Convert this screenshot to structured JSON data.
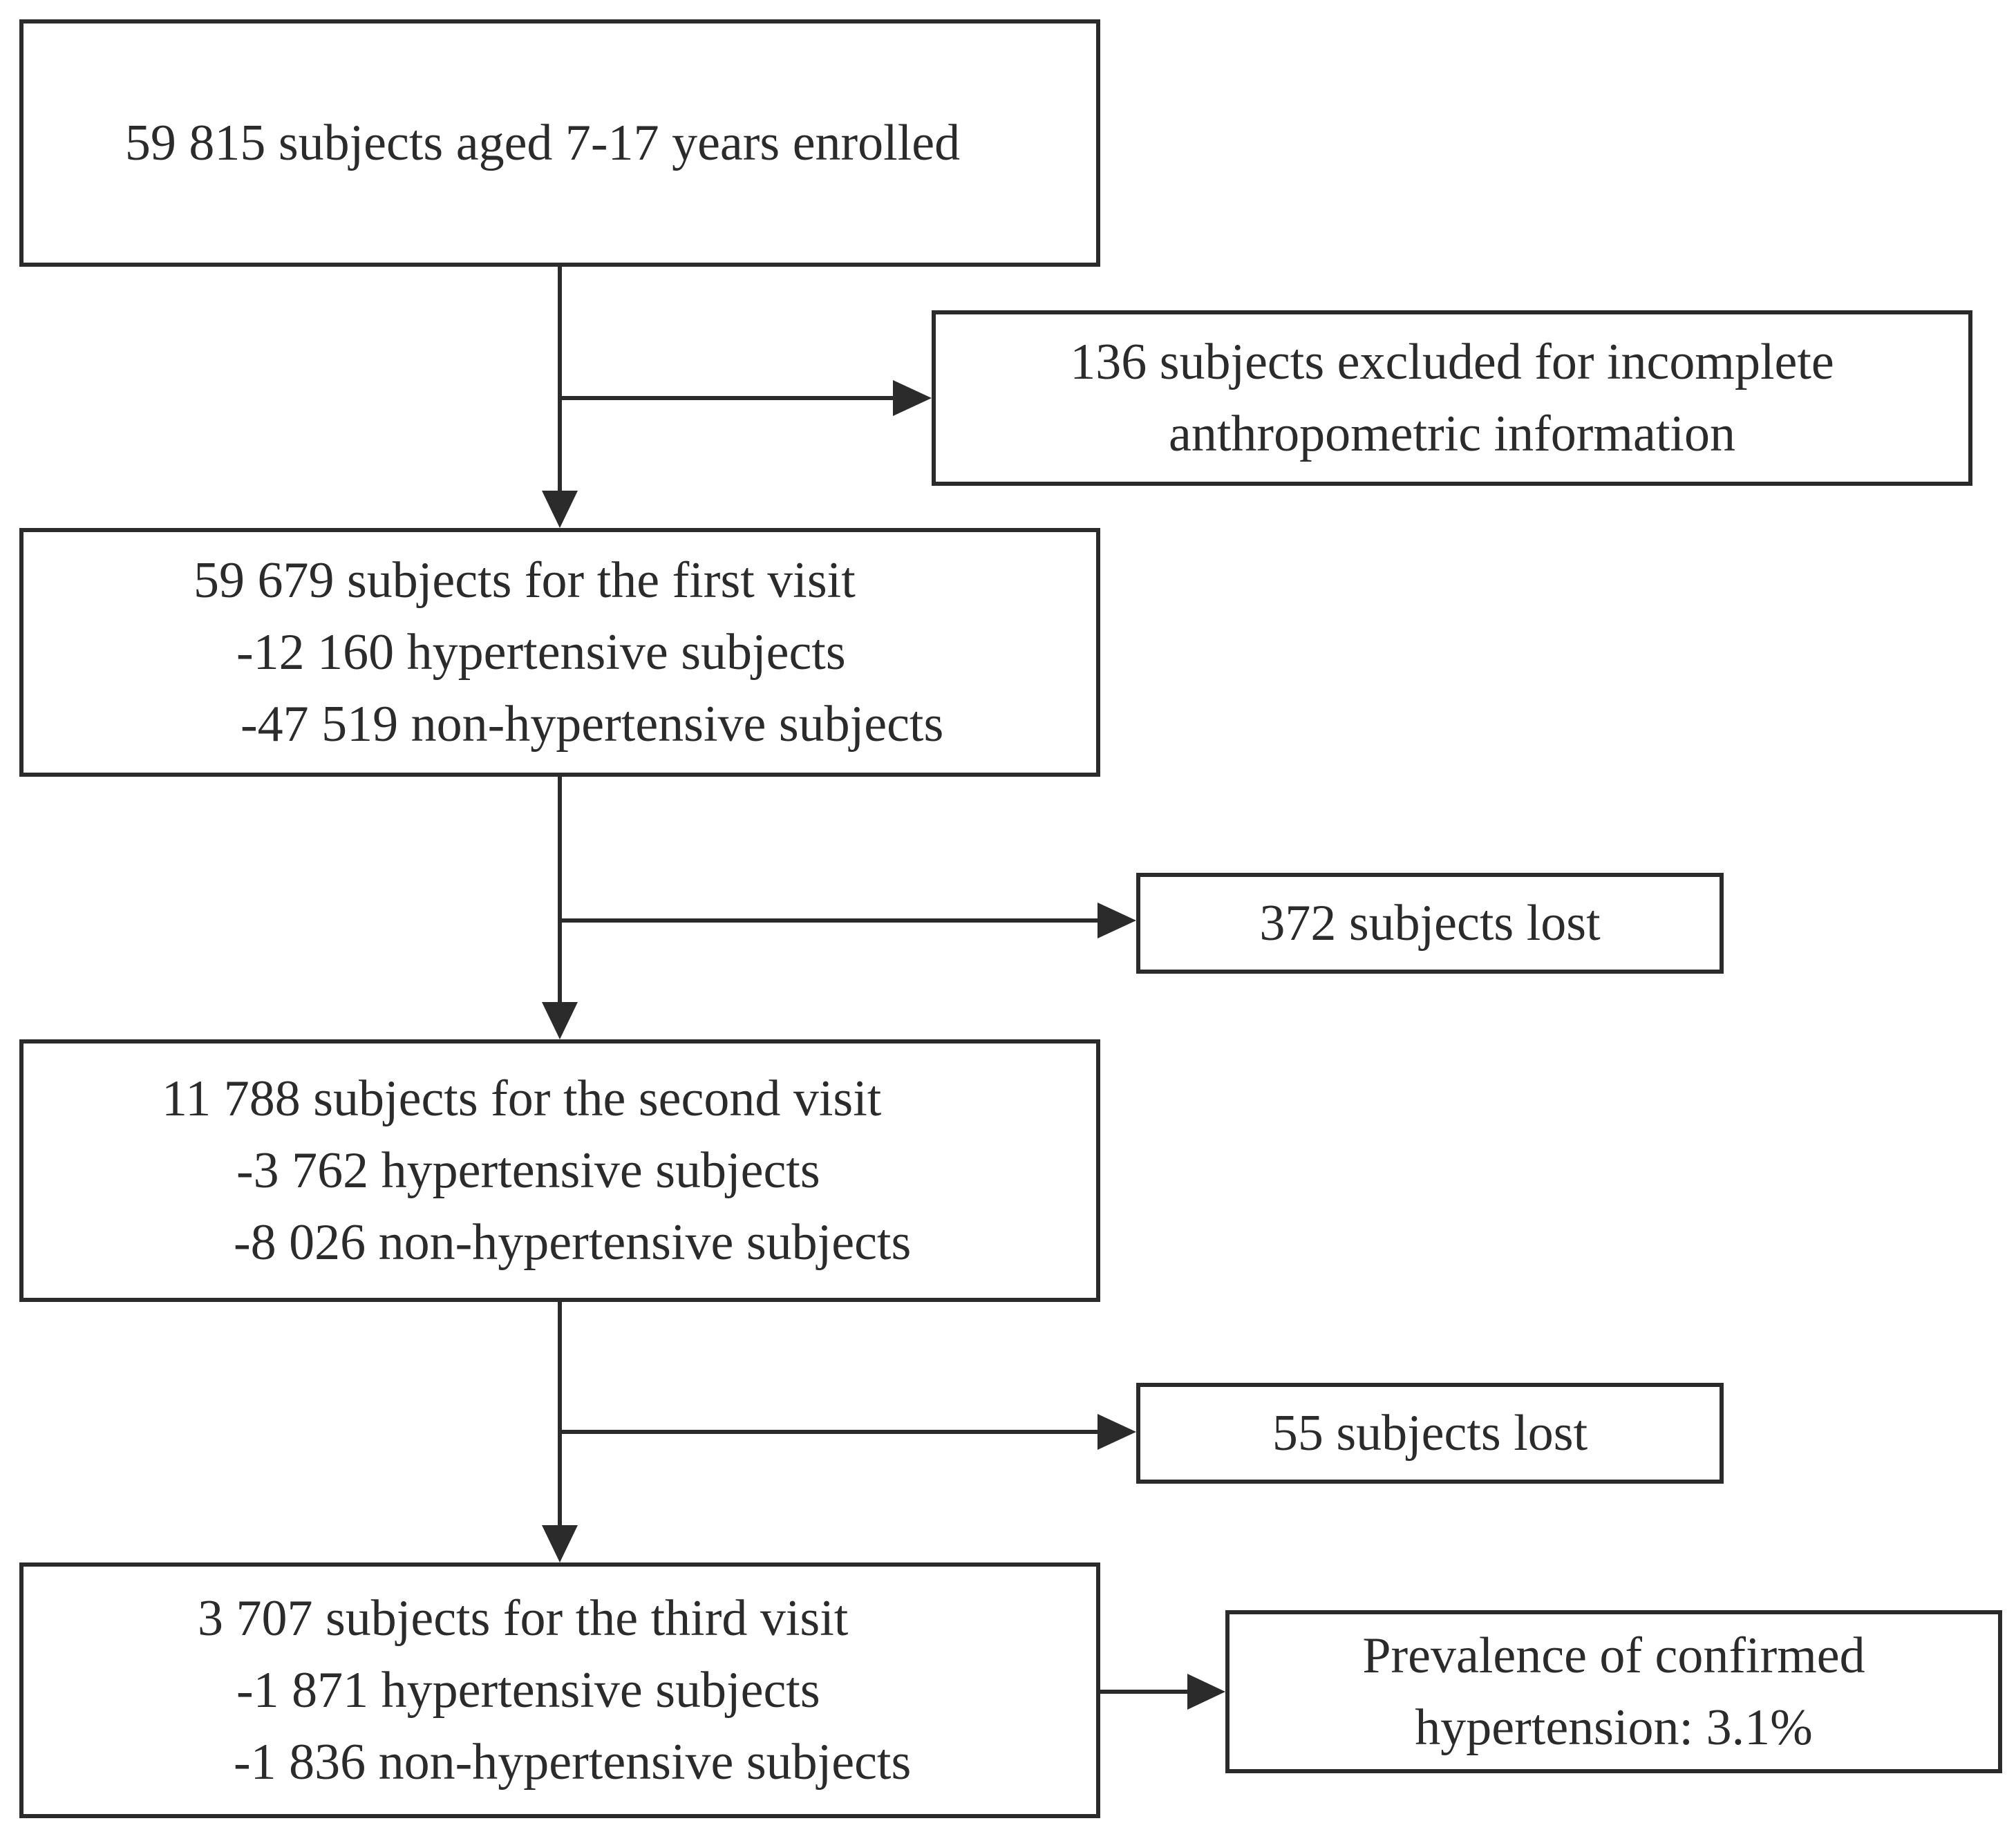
{
  "nodes": {
    "enrolled": {
      "lines": [
        "59 815 subjects aged 7-17 years enrolled"
      ]
    },
    "excluded": {
      "lines": [
        "136 subjects excluded for incomplete",
        "anthropometric information"
      ]
    },
    "first_visit": {
      "lines": [
        "59 679 subjects for the first visit",
        "-12 160 hypertensive subjects",
        "-47 519 non-hypertensive subjects"
      ]
    },
    "lost_1": {
      "lines": [
        "372 subjects lost"
      ]
    },
    "second_visit": {
      "lines": [
        "11 788 subjects for the second visit",
        "-3 762 hypertensive subjects",
        "-8 026 non-hypertensive subjects"
      ]
    },
    "lost_2": {
      "lines": [
        "55 subjects lost"
      ]
    },
    "third_visit": {
      "lines": [
        "3 707 subjects for the third visit",
        "-1 871 hypertensive subjects",
        "-1 836 non-hypertensive subjects"
      ]
    },
    "prevalence": {
      "lines": [
        "Prevalence of confirmed",
        "hypertension: 3.1%"
      ]
    }
  },
  "edges": [
    {
      "from": "enrolled",
      "to": "first_visit"
    },
    {
      "from": "enrolled",
      "to": "excluded"
    },
    {
      "from": "first_visit",
      "to": "second_visit"
    },
    {
      "from": "first_visit",
      "to": "lost_1"
    },
    {
      "from": "second_visit",
      "to": "third_visit"
    },
    {
      "from": "second_visit",
      "to": "lost_2"
    },
    {
      "from": "third_visit",
      "to": "prevalence"
    }
  ],
  "colors": {
    "stroke": "#2b2b2b",
    "text": "#2b2b2b",
    "background": "#ffffff"
  }
}
